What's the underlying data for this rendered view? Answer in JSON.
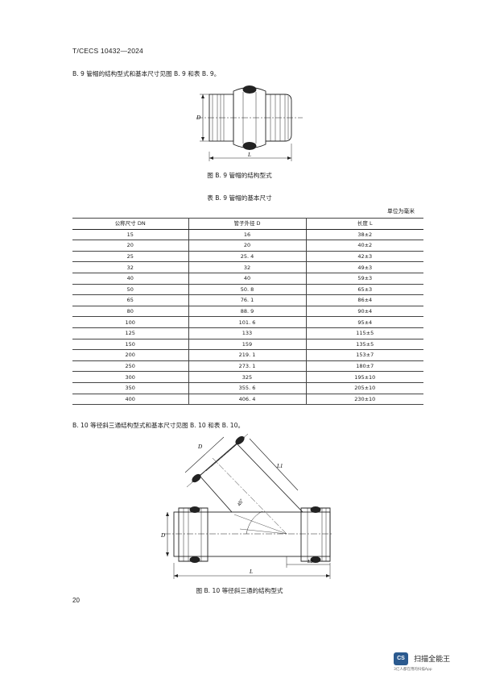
{
  "header": {
    "standard_number": "T/CECS 10432—2024"
  },
  "section_b9": {
    "intro": "B. 9  管帽的结构型式和基本尺寸见图 B. 9 和表 B. 9。"
  },
  "figure_b9": {
    "caption": "图 B. 9   管帽的结构型式",
    "label_d": "D",
    "label_l": "L"
  },
  "table_b9": {
    "title": "表 B. 9   管帽的基本尺寸",
    "unit": "单位为毫米",
    "headers": [
      "公称尺寸 DN",
      "管子外径 D",
      "长度 L"
    ],
    "rows": [
      [
        "15",
        "16",
        "38±2"
      ],
      [
        "20",
        "20",
        "40±2"
      ],
      [
        "25",
        "25. 4",
        "42±3"
      ],
      [
        "32",
        "32",
        "49±3"
      ],
      [
        "40",
        "40",
        "59±3"
      ],
      [
        "50",
        "50. 8",
        "65±3"
      ],
      [
        "65",
        "76. 1",
        "86±4"
      ],
      [
        "80",
        "88. 9",
        "90±4"
      ],
      [
        "100",
        "101. 6",
        "95±4"
      ],
      [
        "125",
        "133",
        "115±5"
      ],
      [
        "150",
        "159",
        "135±5"
      ],
      [
        "200",
        "219. 1",
        "153±7"
      ],
      [
        "250",
        "273. 1",
        "180±7"
      ],
      [
        "300",
        "325",
        "195±10"
      ],
      [
        "350",
        "355. 6",
        "205±10"
      ],
      [
        "400",
        "406. 4",
        "230±10"
      ]
    ]
  },
  "section_b10": {
    "intro": "B. 10   等径斜三通结构型式和基本尺寸见图 B. 10 和表 B. 10。"
  },
  "figure_b10": {
    "caption": "图 B. 10   等径斜三通的结构型式",
    "label_d_branch": "D",
    "label_d_main": "D",
    "label_l1": "L1",
    "label_l": "L",
    "label_l2": "L2",
    "label_angle": "45°"
  },
  "footer": {
    "page_number": "20"
  },
  "watermark": {
    "logo": "CS",
    "name": "扫描全能王",
    "tagline": "3亿人都在用的扫描App"
  }
}
